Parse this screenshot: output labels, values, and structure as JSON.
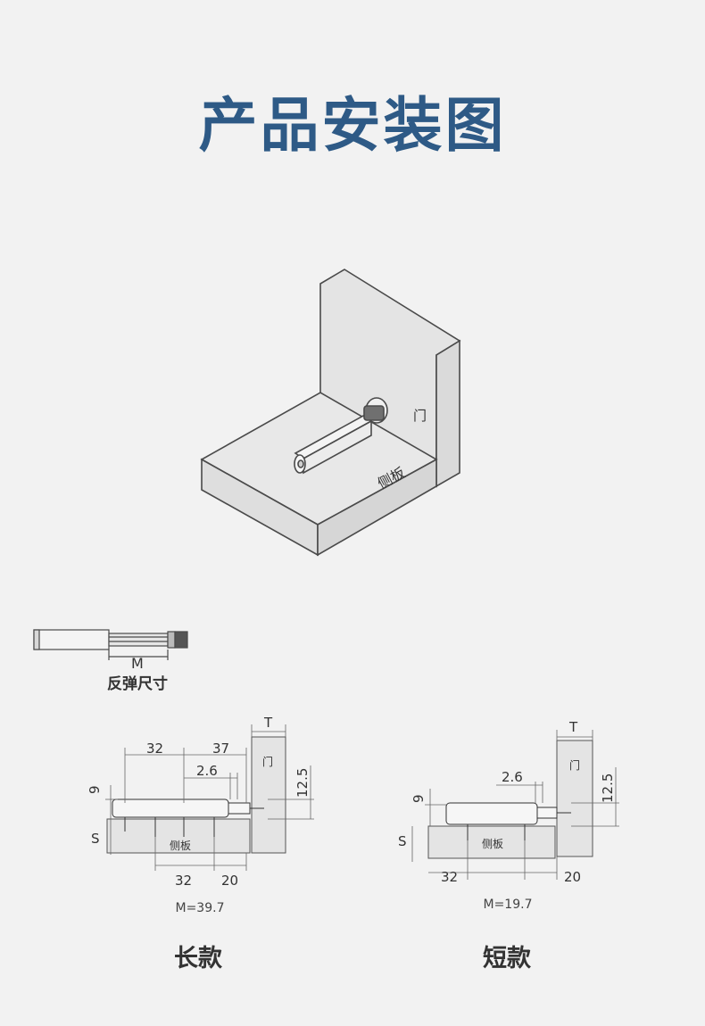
{
  "title": "产品安装图",
  "iso": {
    "door_label": "门",
    "side_label": "侧板"
  },
  "rebound": {
    "dim_label": "M",
    "caption": "反弹尺寸"
  },
  "long": {
    "name": "长款",
    "m_value": "M=39.7",
    "dims": {
      "d32_top": "32",
      "d37": "37",
      "d26": "2.6",
      "d125": "12.5",
      "t": "T",
      "d9": "9",
      "s": "S",
      "d32_bottom": "32",
      "d20": "20"
    },
    "door_label": "门",
    "side_label": "侧板"
  },
  "short": {
    "name": "短款",
    "m_value": "M=19.7",
    "dims": {
      "d26": "2.6",
      "d125": "12.5",
      "t": "T",
      "d9": "9",
      "s": "S",
      "d32": "32",
      "d20": "20"
    },
    "door_label": "门",
    "side_label": "侧板"
  },
  "colors": {
    "title": "#2e5a86",
    "panel": "#e4e4e4",
    "line": "#4a4a4a"
  }
}
